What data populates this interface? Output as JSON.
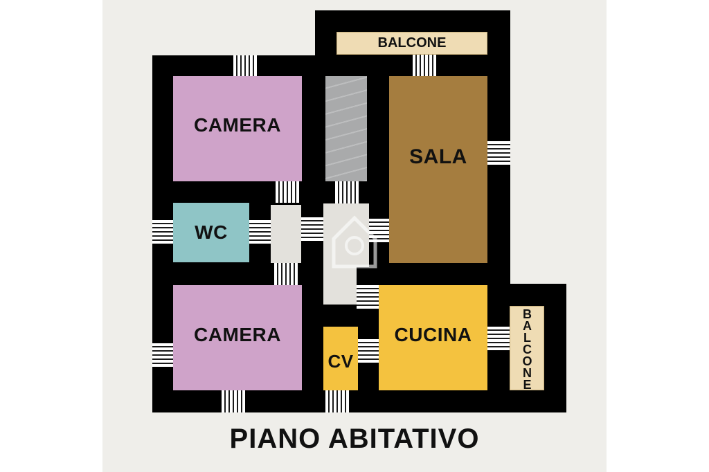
{
  "plan": {
    "title": "PIANO ABITATIVO",
    "rooms": {
      "camera_top": "CAMERA",
      "camera_bottom": "CAMERA",
      "wc": "WC",
      "sala": "SALA",
      "cucina": "CUCINA",
      "cv": "CV",
      "balcone_top": "BALCONE",
      "balcone_right": "BALCONE"
    },
    "colors": {
      "wall": "#000000",
      "camera": "#cfa3c9",
      "wc": "#8fc5c6",
      "sala": "#a57d3f",
      "cucina": "#f4c23f",
      "cv": "#f4c23f",
      "balcone": "#efdcb4",
      "hall": "#e3e1dc",
      "stairs": "#a9aaab"
    }
  }
}
